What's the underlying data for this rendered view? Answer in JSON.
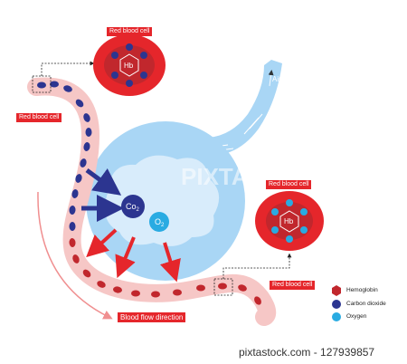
{
  "labels": {
    "rbc_top": "Red blood cell",
    "rbc_left": "Red blood cell",
    "rbc_right_top": "Red blood cell",
    "rbc_right_bottom": "Red blood cell",
    "air": "Air",
    "co2": "Co",
    "co2_sub": "2",
    "o2": "O",
    "o2_sub": "2",
    "hb": "Hb",
    "flow": "Blood flow direction",
    "watermark": "PIXTA"
  },
  "legend": [
    {
      "symbol": "Hb",
      "text": "Hemoglobin",
      "color": "#e5262b"
    },
    {
      "symbol": "Co2",
      "text": "Carbon dioxide",
      "color": "#2c3590"
    },
    {
      "symbol": "O2",
      "text": "Oxygen",
      "color": "#29abe2"
    }
  ],
  "footer": {
    "text": "pixtastock.com - 127939857"
  },
  "colors": {
    "blood_red": "#e5262b",
    "dark_red": "#c1272d",
    "navy": "#2c3590",
    "cyan": "#29abe2",
    "alveolus": "#a9d6f5",
    "vessel_pink": "#f6c7c6"
  }
}
